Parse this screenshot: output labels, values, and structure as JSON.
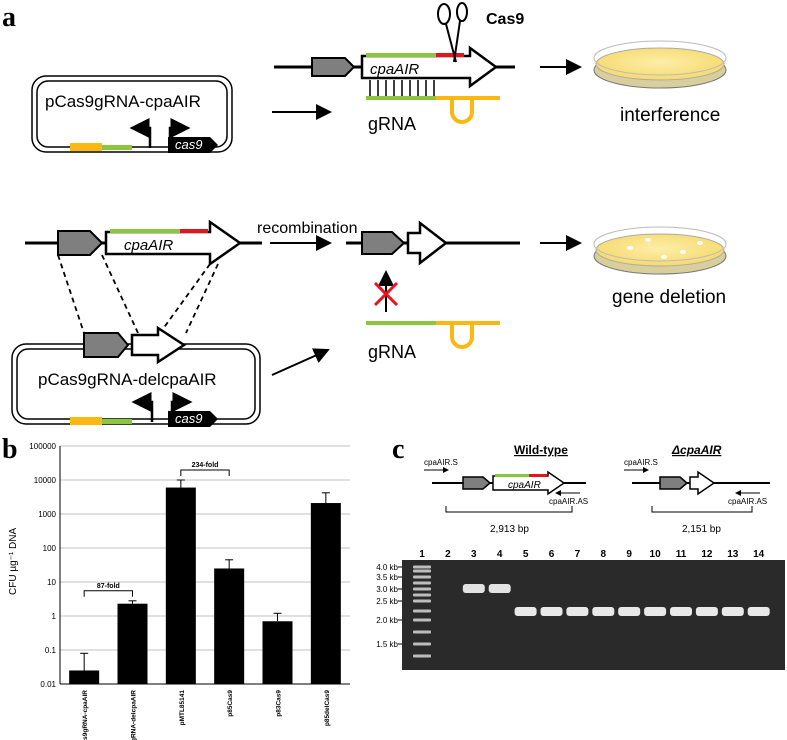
{
  "panel_labels": {
    "a": "a",
    "b": "b",
    "c": "c"
  },
  "panel_a": {
    "plasmid1_name": "pCas9gRNA-cpaAIR",
    "plasmid2_name": "pCas9gRNA-delcpaAIR",
    "cas9_gene": "cas9",
    "gene_label": "cpaAIR",
    "cas9_label": "Cas9",
    "grna_label": "gRNA",
    "recombination_label": "recombination",
    "interference_label": "interference",
    "deletion_label": "gene deletion",
    "colors": {
      "green": "#8cc63f",
      "red": "#e8141c",
      "yellow": "#fbb812",
      "plate": "#fbe58c",
      "grey": "#7f7f7f"
    }
  },
  "chart_data": {
    "type": "bar",
    "ylabel": "CFU µg⁻¹ DNA",
    "yscale": "log",
    "ylim": [
      0.01,
      100000
    ],
    "yticks": [
      "100000",
      "10000",
      "1000",
      "100",
      "10",
      "1",
      "0.1",
      "0.01"
    ],
    "categories": [
      "pCas9gRNA-cpaAIR",
      "pCas9gRNA-delcpaAIR",
      "pMTL85141",
      "p85Cas9",
      "p83Cas9",
      "p85delCas9"
    ],
    "values": [
      0.025,
      2.3,
      6000,
      25,
      0.7,
      2100
    ],
    "errors_upper": [
      0.08,
      2.8,
      10000,
      45,
      1.2,
      4200
    ],
    "grid": true,
    "annotations": [
      {
        "text": "87-fold",
        "from": 0,
        "to": 1
      },
      {
        "text": "234-fold",
        "from": 2,
        "to": 3
      }
    ]
  },
  "panel_c": {
    "wildtype_title": "Wild-type",
    "mutant_title": "ΔcpaAIR",
    "primer_s": "cpaAIR.S",
    "primer_as": "cpaAIR.AS",
    "gene_label": "cpaAIR",
    "wt_size": "2,913 bp",
    "mut_size": "2,151 bp",
    "lane_numbers": [
      "1",
      "2",
      "3",
      "4",
      "5",
      "6",
      "7",
      "8",
      "9",
      "10",
      "11",
      "12",
      "13",
      "14"
    ],
    "ladder": [
      "4.0 kb",
      "3.5 kb",
      "3.0 kb",
      "2.5 kb",
      "2.0 kb",
      "1.5 kb"
    ]
  }
}
